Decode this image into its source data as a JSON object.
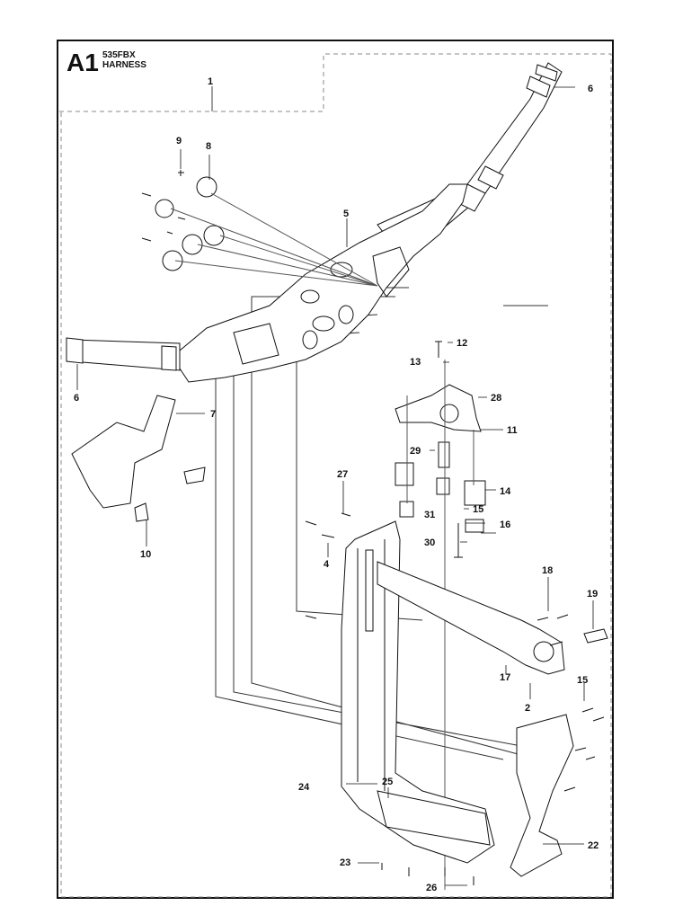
{
  "header": {
    "section_id": "A1",
    "model": "535FBX",
    "group": "HARNESS"
  },
  "callouts": [
    "1",
    "2",
    "4",
    "5",
    "6",
    "6",
    "7",
    "8",
    "9",
    "10",
    "11",
    "12",
    "13",
    "14",
    "15",
    "15",
    "16",
    "17",
    "18",
    "19",
    "22",
    "23",
    "24",
    "25",
    "26",
    "27",
    "28",
    "29",
    "30",
    "31"
  ],
  "colors": {
    "line": "#111111",
    "dash": "#888888",
    "part_fill": "#ffffff"
  }
}
